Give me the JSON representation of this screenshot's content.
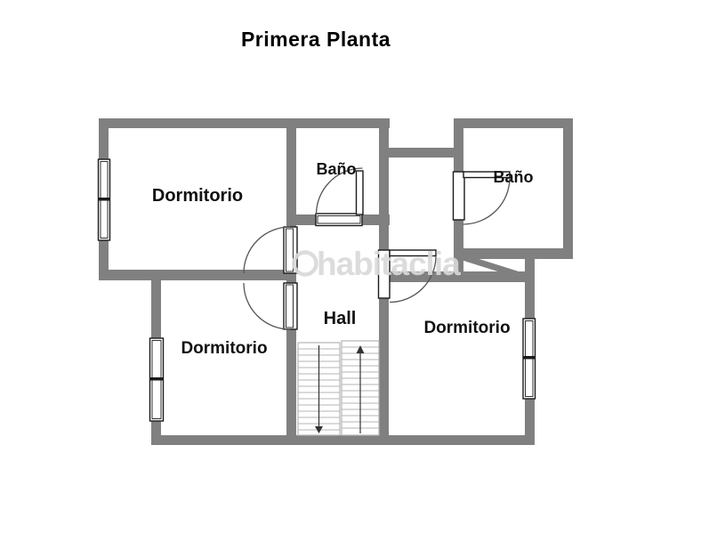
{
  "title": "Primera Planta",
  "watermark": {
    "text": "habitaclia"
  },
  "rooms": [
    {
      "id": "dormitorio-top-left",
      "label": "Dormitorio"
    },
    {
      "id": "bano-middle",
      "label": "Baño"
    },
    {
      "id": "bano-right",
      "label": "Baño"
    },
    {
      "id": "dormitorio-bottom-left",
      "label": "Dormitorio"
    },
    {
      "id": "hall",
      "label": "Hall"
    },
    {
      "id": "dormitorio-right",
      "label": "Dormitorio"
    }
  ],
  "colors": {
    "background": "#ffffff",
    "wall": "#808080",
    "outline": "#1a1a1a",
    "watermark": "#d9d9d9"
  }
}
